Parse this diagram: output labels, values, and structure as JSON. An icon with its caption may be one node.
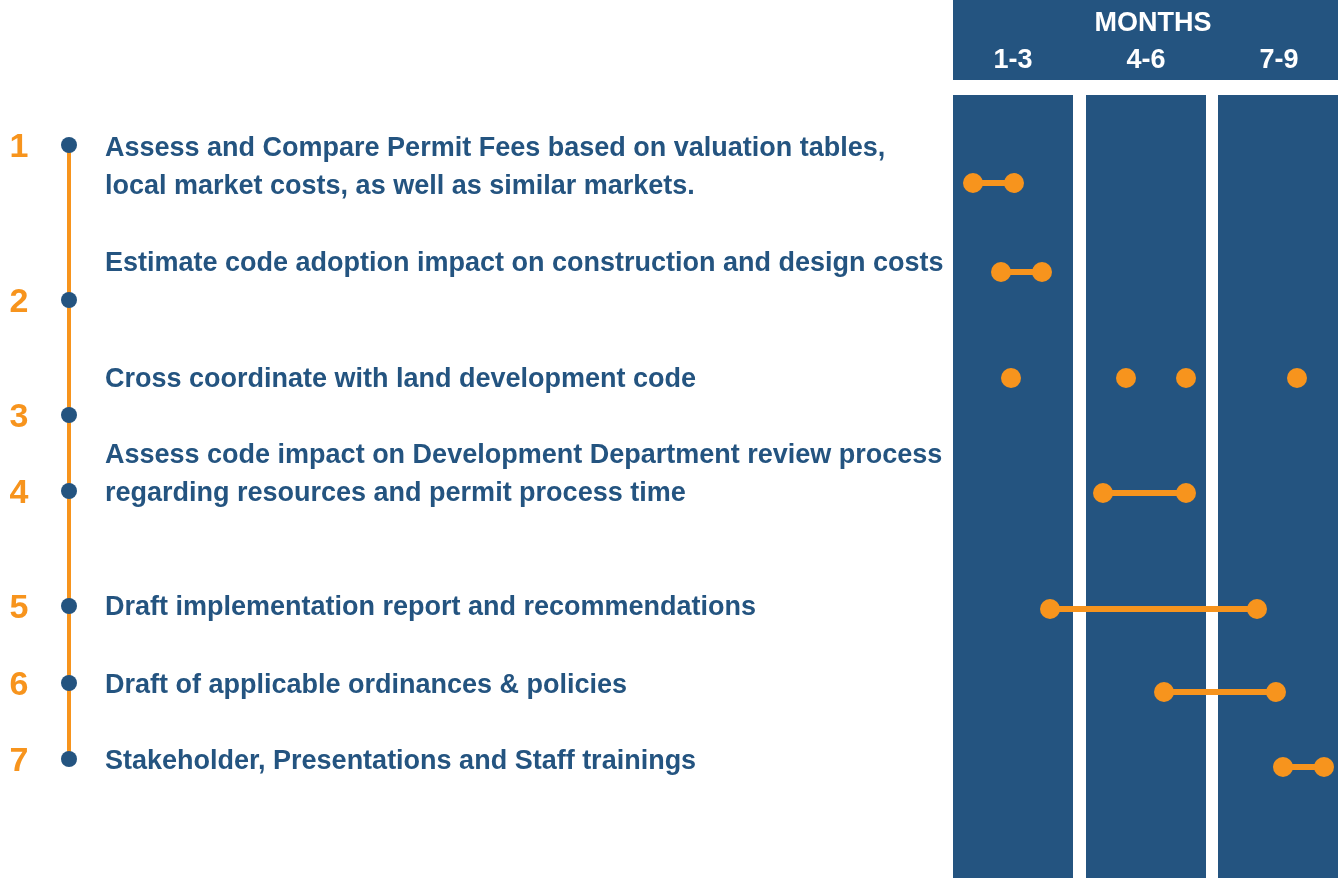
{
  "diagram": {
    "nodes": [
      {
        "text": [
          "Assess and Compare Permit Fees based on valuation tables,  local market costs, as well as similar markets."
        ],
        "beside": [
          "1"
        ]
      },
      {
        "text": [
          "Estimate code adoption impact on construction and design costs"
        ],
        "beside": [
          "2"
        ]
      },
      {
        "text": [
          "Cross coordinate with land development code"
        ],
        "beside": [
          "3"
        ]
      },
      {
        "text": [
          "Assess code impact on Development Department review process regarding resources and permit process time"
        ],
        "beside": [
          "4"
        ]
      },
      {
        "text": [
          "Draft implementation report and recommendations"
        ],
        "beside": [
          "5"
        ]
      },
      {
        "text": [
          "Draft of applicable ordinances & policies"
        ],
        "beside": [
          "6"
        ]
      },
      {
        "text": [
          "Stakeholder, Presentations and Staff trainings"
        ],
        "beside": [
          "7"
        ]
      },
      {
        "text": [
          "MONTHS",
          "1-3",
          "4-6",
          "7-9"
        ]
      }
    ]
  }
}
